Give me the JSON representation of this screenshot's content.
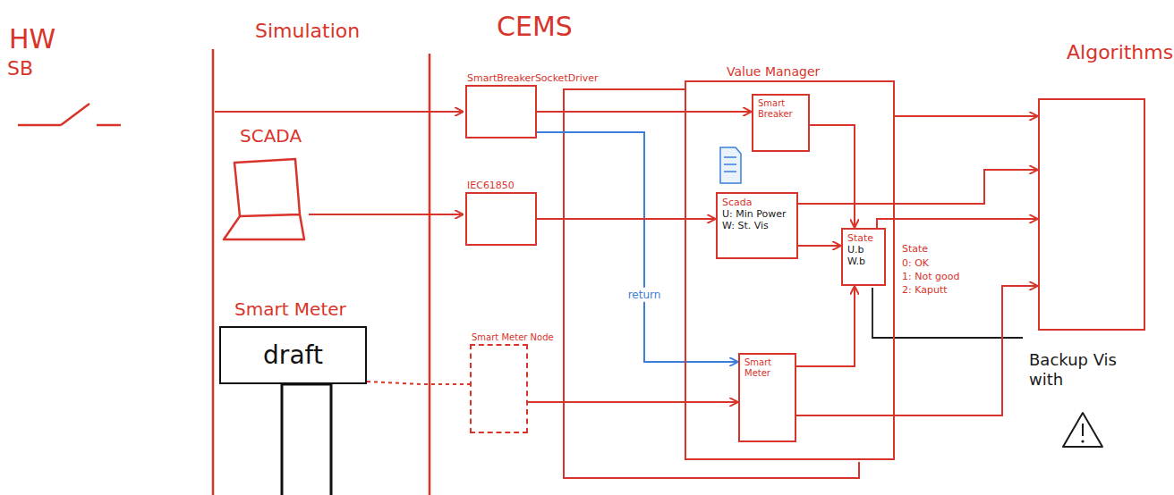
{
  "diagram": {
    "nodes": [
      {
        "text": [
          "SmartBreakerSocketDriver"
        ]
      },
      {
        "text": [
          "IEC61850"
        ]
      },
      {
        "text": [
          "Smart Meter Node"
        ]
      },
      {
        "text": [
          "Value Manager"
        ]
      },
      {
        "text": [
          "Smart Breaker"
        ],
        "in": 3
      },
      {
        "text": [
          "Scada",
          "U: Min Power",
          "W: St. Vis"
        ],
        "in": 3
      },
      {
        "text": [
          "State",
          "U.b",
          "W.b"
        ],
        "in": 3
      },
      {
        "text": [
          "Smart Meter"
        ],
        "in": 3
      },
      {
        "text": [
          "Algorithms"
        ]
      },
      {
        "text": [
          "draft"
        ]
      }
    ],
    "edges": [
      {
        "from": 9,
        "to": 2,
        "arrow": "none"
      },
      {
        "from": 0,
        "to": 4,
        "arrow": "to"
      },
      {
        "from": 0,
        "to": 7,
        "label": "return",
        "arrow": "to"
      },
      {
        "from": 3,
        "to": 8,
        "arrow": "to"
      },
      {
        "from": 1,
        "to": 5,
        "arrow": "to"
      },
      {
        "from": 2,
        "to": 7,
        "arrow": "to"
      },
      {
        "from": 5,
        "to": 6,
        "arrow": "to"
      },
      {
        "from": 4,
        "to": 6,
        "arrow": "to"
      },
      {
        "from": 7,
        "to": 6,
        "arrow": "to"
      },
      {
        "from": 5,
        "to": 8,
        "arrow": "to"
      },
      {
        "from": 6,
        "to": 8,
        "arrow": "to"
      },
      {
        "from": 7,
        "to": 8,
        "arrow": "to"
      }
    ],
    "labels": [
      "HW",
      "SB",
      "Simulation",
      "SCADA",
      "Smart Meter",
      "CEMS",
      "State",
      "0: OK",
      "1: Not good",
      "2: Kaputt",
      "Backup Vis with"
    ]
  }
}
